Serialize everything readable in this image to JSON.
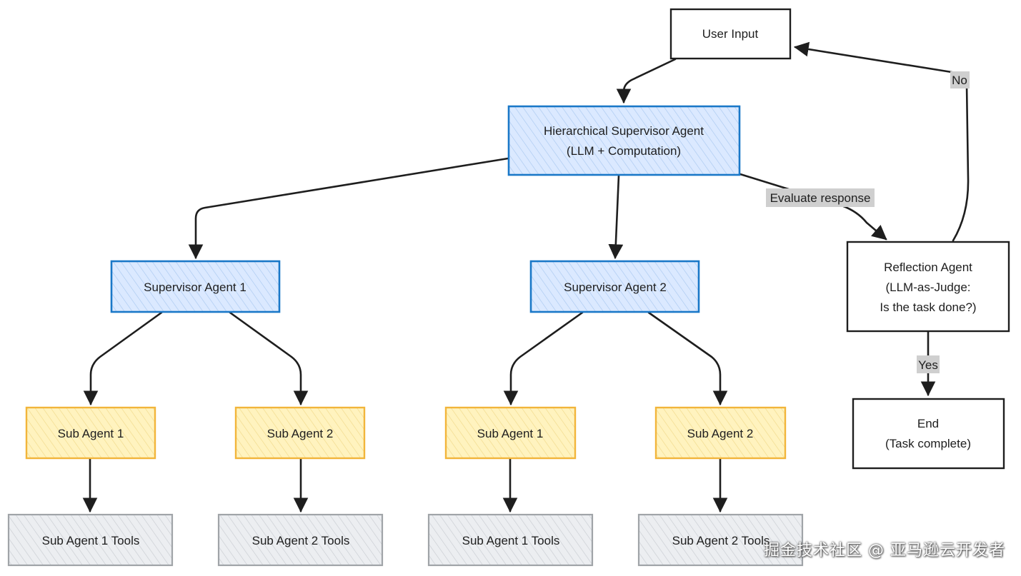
{
  "nodes": {
    "user_input": {
      "label": "User Input"
    },
    "hierarchical_supervisor": {
      "line1": "Hierarchical Supervisor Agent",
      "line2": "(LLM + Computation)"
    },
    "supervisor_1": {
      "label": "Supervisor Agent 1"
    },
    "supervisor_2": {
      "label": "Supervisor Agent 2"
    },
    "sub_agents": [
      {
        "label": "Sub Agent 1"
      },
      {
        "label": "Sub Agent 2"
      },
      {
        "label": "Sub Agent 1"
      },
      {
        "label": "Sub Agent 2"
      }
    ],
    "tools": [
      {
        "label": "Sub Agent 1 Tools"
      },
      {
        "label": "Sub Agent 2 Tools"
      },
      {
        "label": "Sub Agent 1 Tools"
      },
      {
        "label": "Sub Agent 2 Tools"
      }
    ],
    "reflection": {
      "line1": "Reflection Agent",
      "line2": "(LLM-as-Judge:",
      "line3": "Is the task done?)"
    },
    "end": {
      "line1": "End",
      "line2": "(Task complete)"
    }
  },
  "edge_labels": {
    "evaluate": "Evaluate response",
    "no": "No",
    "yes": "Yes"
  },
  "colors": {
    "blue_fill": "#dbe9ff",
    "blue_stroke": "#1a78c8",
    "yellow_fill": "#fff3bf",
    "yellow_stroke": "#f2b53a",
    "gray_fill": "#e9ecef",
    "gray_stroke": "#a0a4a8",
    "plain_stroke": "#1e1e1e",
    "label_bg": "#cfcfcf"
  },
  "watermark": "掘金技术社区 @ 亚马逊云开发者"
}
